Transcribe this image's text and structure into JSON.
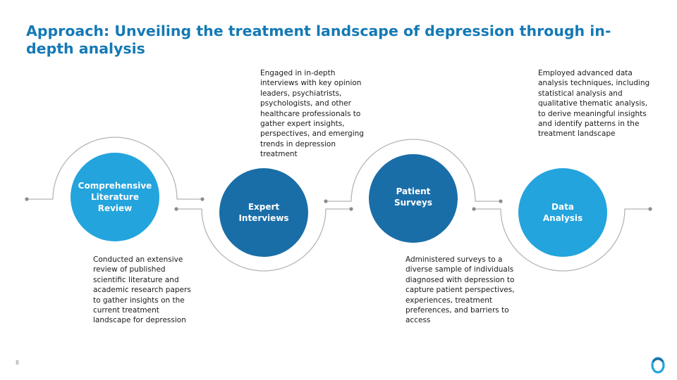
{
  "slide": {
    "title": "Approach: Unveiling the treatment landscape of depression through in-depth analysis",
    "page_number": "8",
    "logo_icon": "ring-logo-icon"
  },
  "colors": {
    "title": "#1479b5",
    "light_blue": "#23a4dd",
    "dark_blue": "#1a6ea8",
    "connector": "#b5b5b5",
    "dot": "#8c8c8c"
  },
  "steps": [
    {
      "label": "Comprehensive Literature Review",
      "description": "Conducted an extensive review of published scientific literature and academic research papers to gather insights on the current treatment landscape for depression",
      "color": "#23a4dd",
      "description_position": "below"
    },
    {
      "label": "Expert Interviews",
      "description": "Engaged in in-depth interviews with key opinion leaders, psychiatrists, psychologists, and other healthcare professionals to gather expert insights, perspectives, and emerging trends in depression treatment",
      "color": "#1a6ea8",
      "description_position": "above"
    },
    {
      "label": "Patient Surveys",
      "description": "Administered surveys to a diverse sample of individuals diagnosed with depression to capture patient perspectives, experiences, treatment preferences, and barriers to access",
      "color": "#1a6ea8",
      "description_position": "below"
    },
    {
      "label": "Data Analysis",
      "description": "Employed advanced data analysis techniques, including statistical analysis and qualitative thematic analysis, to derive meaningful insights and identify patterns in the treatment landscape",
      "color": "#23a4dd",
      "description_position": "above"
    }
  ]
}
